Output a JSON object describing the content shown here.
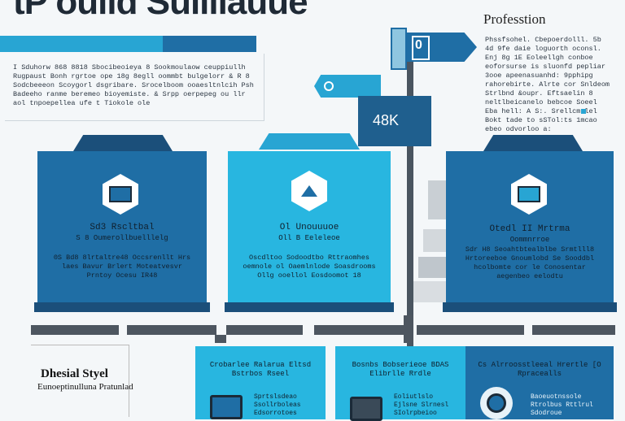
{
  "page_title": "tP oulld Sullllauue",
  "intro_text": "I Sduhorw 868 8818 Sbocibeoieya 8 Sookmoulaow ceuppiullh Rugpaust Bonh rgrtoe ope 18g 8egll oommbt bulgelorr & R 8 Sodcbeeeon Scoygorl dsgribare. Srocelboom ooaesltnlcih Psh Badeeho ranme beremeo bioyemiste. & Srpp oerpepeg ou llr aol tnpoepellea ufe t Tiokole ole",
  "professional": {
    "title": "Professtion",
    "text": "Phssfsohel. Cbepoerdolll. 5b 4d 9fe daie loguorth oconsl. Enj 8g 1E Eoleellgh conboe eoforsurse is sluonfd pepliar 3ooe apeenasuanhd: 9pphipg rahorebirte. Alrte cor Snldeom Strlbnd &oupr. Eftsaelin 8 neltlbeicanelo bebcoe Soeel Eba hell: A S:. Srellcmelel Bokt tade to sSTol:ts 1mcao ebeo odvorloo a:"
  },
  "signs": {
    "main_value": "0",
    "stat_value": "48K"
  },
  "panels": [
    {
      "title": "Sd3 Rscltbal",
      "subtitle": "S 8 Oumerollbuelllelg",
      "body": "0S Bd8 8lrtaltre48 Occsrenllt Hrs laes Bavur Brlert Moteatvesvr Prntoy Ocesu IR48",
      "icon": "laptop-icon"
    },
    {
      "title": "Ol Unouuuoe",
      "subtitle": "Oll B Eeleleoe",
      "body": "Oscdltoo Sodoodtbo Rttraomhes oemnole ol Oaemlnlode Soasdrooms Ollg ooellol Eosdoomot 18",
      "icon": "upload-icon"
    },
    {
      "title": "Otedl II Mrtrma",
      "subtitle": "Oommnrroe",
      "body": "Sdr H8 Seoahtbtealblbe Srmtlll8 Hrtoreeboe Gnoumlobd Se Sooddbl hcolbomte cor le Conosentar aegenbeo eelodtu",
      "icon": "monitor-icon"
    }
  ],
  "bottom_left": {
    "title": "Dhesial Styel",
    "subtitle": "Eunoeptinulluna Pratunlad"
  },
  "cards": [
    {
      "title": "Crobarlee Ralarua Eltsd Bstrbos Rseel",
      "body": "Sprtslsdeao Ssollrboleas Edsorrotoes",
      "icon": "laptop-icon"
    },
    {
      "title": "Bosnbs Bobserieoe BDAS Elibrlle Rrdle",
      "body": "Eoliutlslo Ejlsne Slrnesl SIolrpbeioo",
      "icon": "printer-icon"
    },
    {
      "title": "Cs Alrroosstleeal Hrertle [O Rpracealls",
      "body": "Baoeuotnssole Rtrolbus Rttlrul Sdodroue",
      "icon": "eye-icon"
    }
  ],
  "colors": {
    "dark_blue": "#1f6ea5",
    "light_blue": "#28a5d3",
    "navy": "#1b4f7a"
  }
}
